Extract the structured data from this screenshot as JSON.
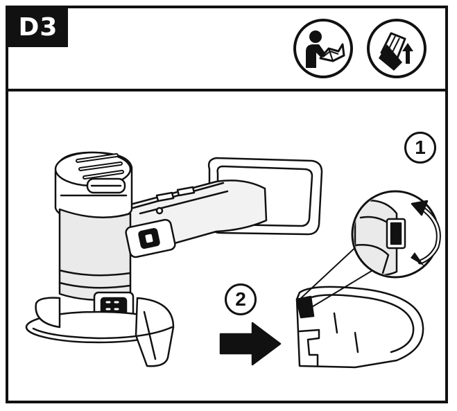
{
  "panel": {
    "label": "D3",
    "icons": [
      "read-manual-icon",
      "remove-battery-icon"
    ]
  },
  "steps": {
    "step1": "1",
    "step2": "2"
  },
  "colors": {
    "ink": "#111111",
    "paper": "#ffffff",
    "shade": "#d8d8d8"
  }
}
